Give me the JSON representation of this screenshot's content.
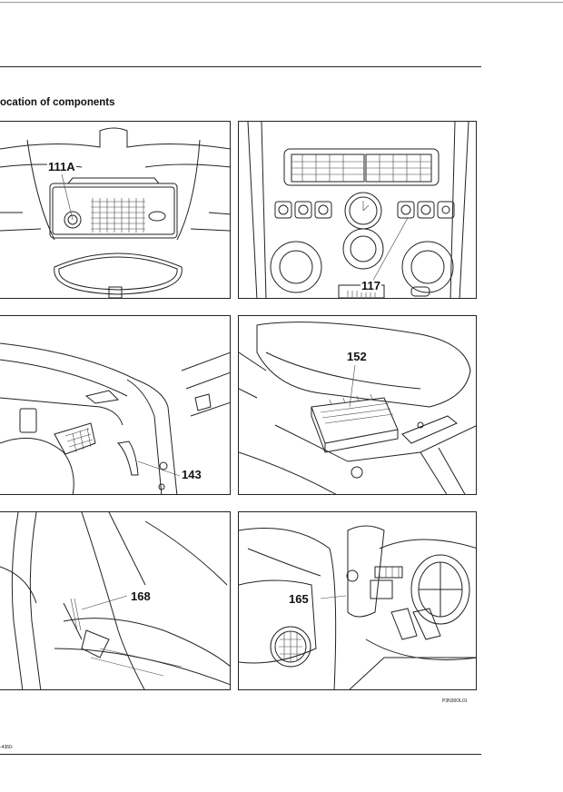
{
  "section_title": "ocation of components",
  "panels": [
    {
      "label": "111A"
    },
    {
      "label": "117"
    },
    {
      "label": "143"
    },
    {
      "label": "152"
    },
    {
      "label": "168"
    },
    {
      "label": "165"
    }
  ],
  "figure_reference": "P3N30OL01",
  "footer_code": "-4360-"
}
